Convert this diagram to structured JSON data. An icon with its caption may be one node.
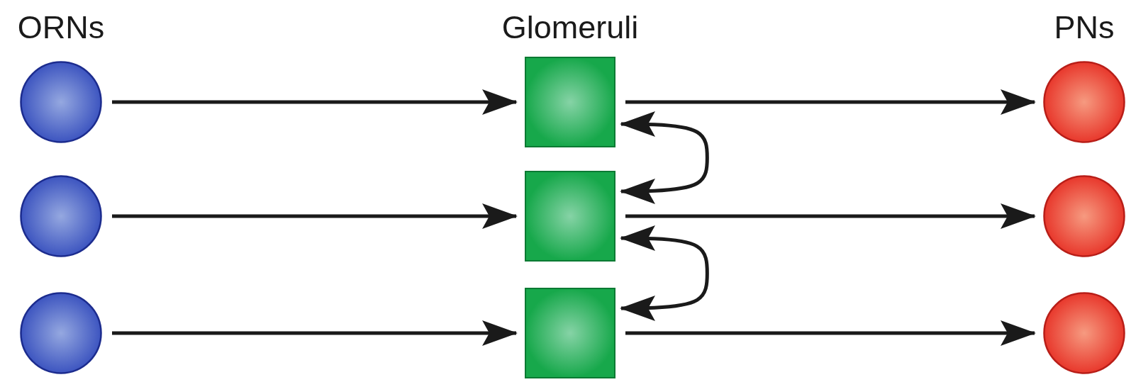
{
  "diagram": {
    "nodes": [
      {
        "text": [],
        "shape": "circle"
      },
      {
        "text": [],
        "shape": "circle"
      },
      {
        "text": [],
        "shape": "circle"
      },
      {
        "text": [],
        "shape": "box"
      },
      {
        "text": [],
        "shape": "box"
      },
      {
        "text": [],
        "shape": "box"
      },
      {
        "text": [],
        "shape": "circle"
      },
      {
        "text": [],
        "shape": "circle"
      },
      {
        "text": [],
        "shape": "circle"
      }
    ],
    "edges": [
      {
        "from": 0,
        "to": 3,
        "arrow": "to"
      },
      {
        "from": 1,
        "to": 4,
        "arrow": "to"
      },
      {
        "from": 2,
        "to": 5,
        "arrow": "to"
      },
      {
        "from": 3,
        "to": 6,
        "arrow": "to"
      },
      {
        "from": 4,
        "to": 7,
        "arrow": "to"
      },
      {
        "from": 5,
        "to": 8,
        "arrow": "to"
      },
      {
        "from": 3,
        "to": 4,
        "arrow": "both"
      },
      {
        "from": 4,
        "to": 5,
        "arrow": "both"
      }
    ],
    "labels": [
      "ORNs",
      "Glomeruli",
      "PNs"
    ]
  }
}
